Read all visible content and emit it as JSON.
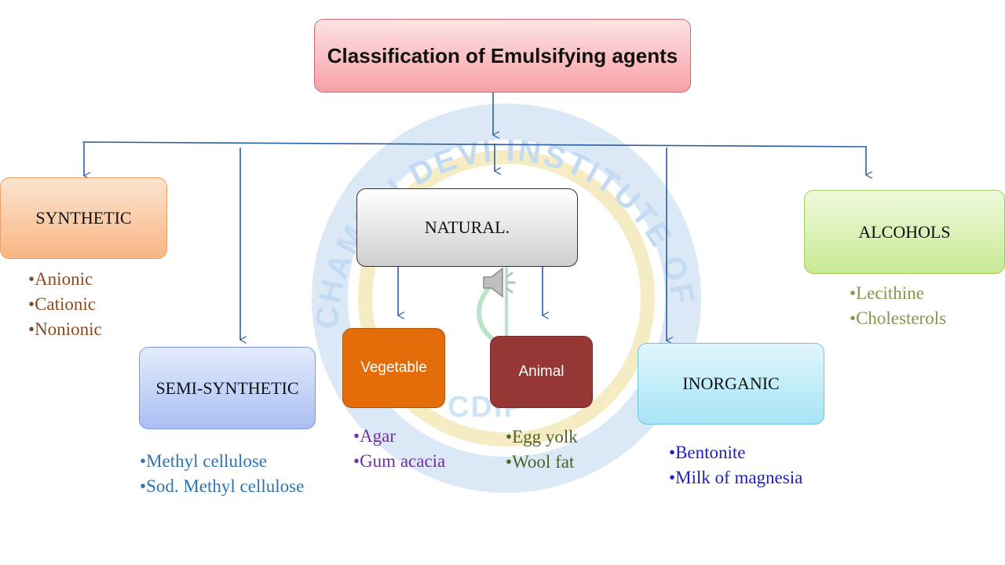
{
  "diagram": {
    "title": "Classification of Emulsifying agents",
    "categories": {
      "synthetic": {
        "label": "SYNTHETIC",
        "items": [
          "Anionic",
          "Cationic",
          "Nonionic"
        ]
      },
      "semi_synthetic": {
        "label": "SEMI-SYNTHETIC",
        "items": [
          "Methyl cellulose",
          "Sod. Methyl cellulose"
        ]
      },
      "natural": {
        "label": "NATURAL.",
        "subcategories": {
          "vegetable": {
            "label": "Vegetable",
            "items": [
              "Agar",
              "Gum acacia"
            ]
          },
          "animal": {
            "label": "Animal",
            "items": [
              "Egg yolk",
              "Wool fat"
            ]
          }
        }
      },
      "inorganic": {
        "label": "INORGANIC",
        "items": [
          "Bentonite",
          "Milk of magnesia"
        ]
      },
      "alcohols": {
        "label": "ALCOHOLS",
        "items": [
          "Lecithine",
          "Cholesterols"
        ]
      }
    }
  },
  "watermark": {
    "text": "CDIP",
    "arc_text": "CHAMELI DEVI INSTITUTE OF PHARMACY",
    "color": "#cfe3f6"
  },
  "colors": {
    "connector": "#2e5f9e",
    "vegetable": "#e36c09",
    "animal": "#953735"
  },
  "icons": {
    "audio": "speaker-icon"
  }
}
